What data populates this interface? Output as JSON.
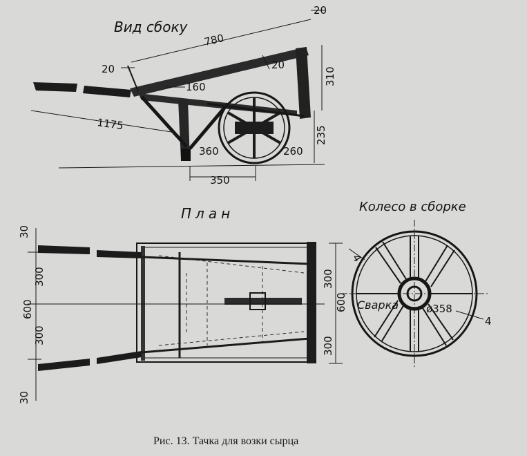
{
  "side_view": {
    "title": "Вид сбоку",
    "dims": {
      "top_20": "20",
      "length_780": "780",
      "left_20": "20",
      "mid_20": "20",
      "d160": "160",
      "d310": "310",
      "d1175": "1175",
      "d235": "235",
      "d360": "360",
      "d260": "260",
      "d350": "350"
    }
  },
  "plan": {
    "title": "План",
    "dims": {
      "top_30": "30",
      "left_300a": "300",
      "left_600": "600",
      "left_300b": "300",
      "bottom_30": "30",
      "right_300a": "300",
      "right_600": "600",
      "right_300b": "300"
    }
  },
  "wheel": {
    "title": "Колесо в сборке",
    "weld_label": "Сварка",
    "dia_label": "ø358",
    "dim_4_top": "4",
    "dim_4_right": "4"
  },
  "caption": "Рис. 13. Тачка для возки сырца"
}
